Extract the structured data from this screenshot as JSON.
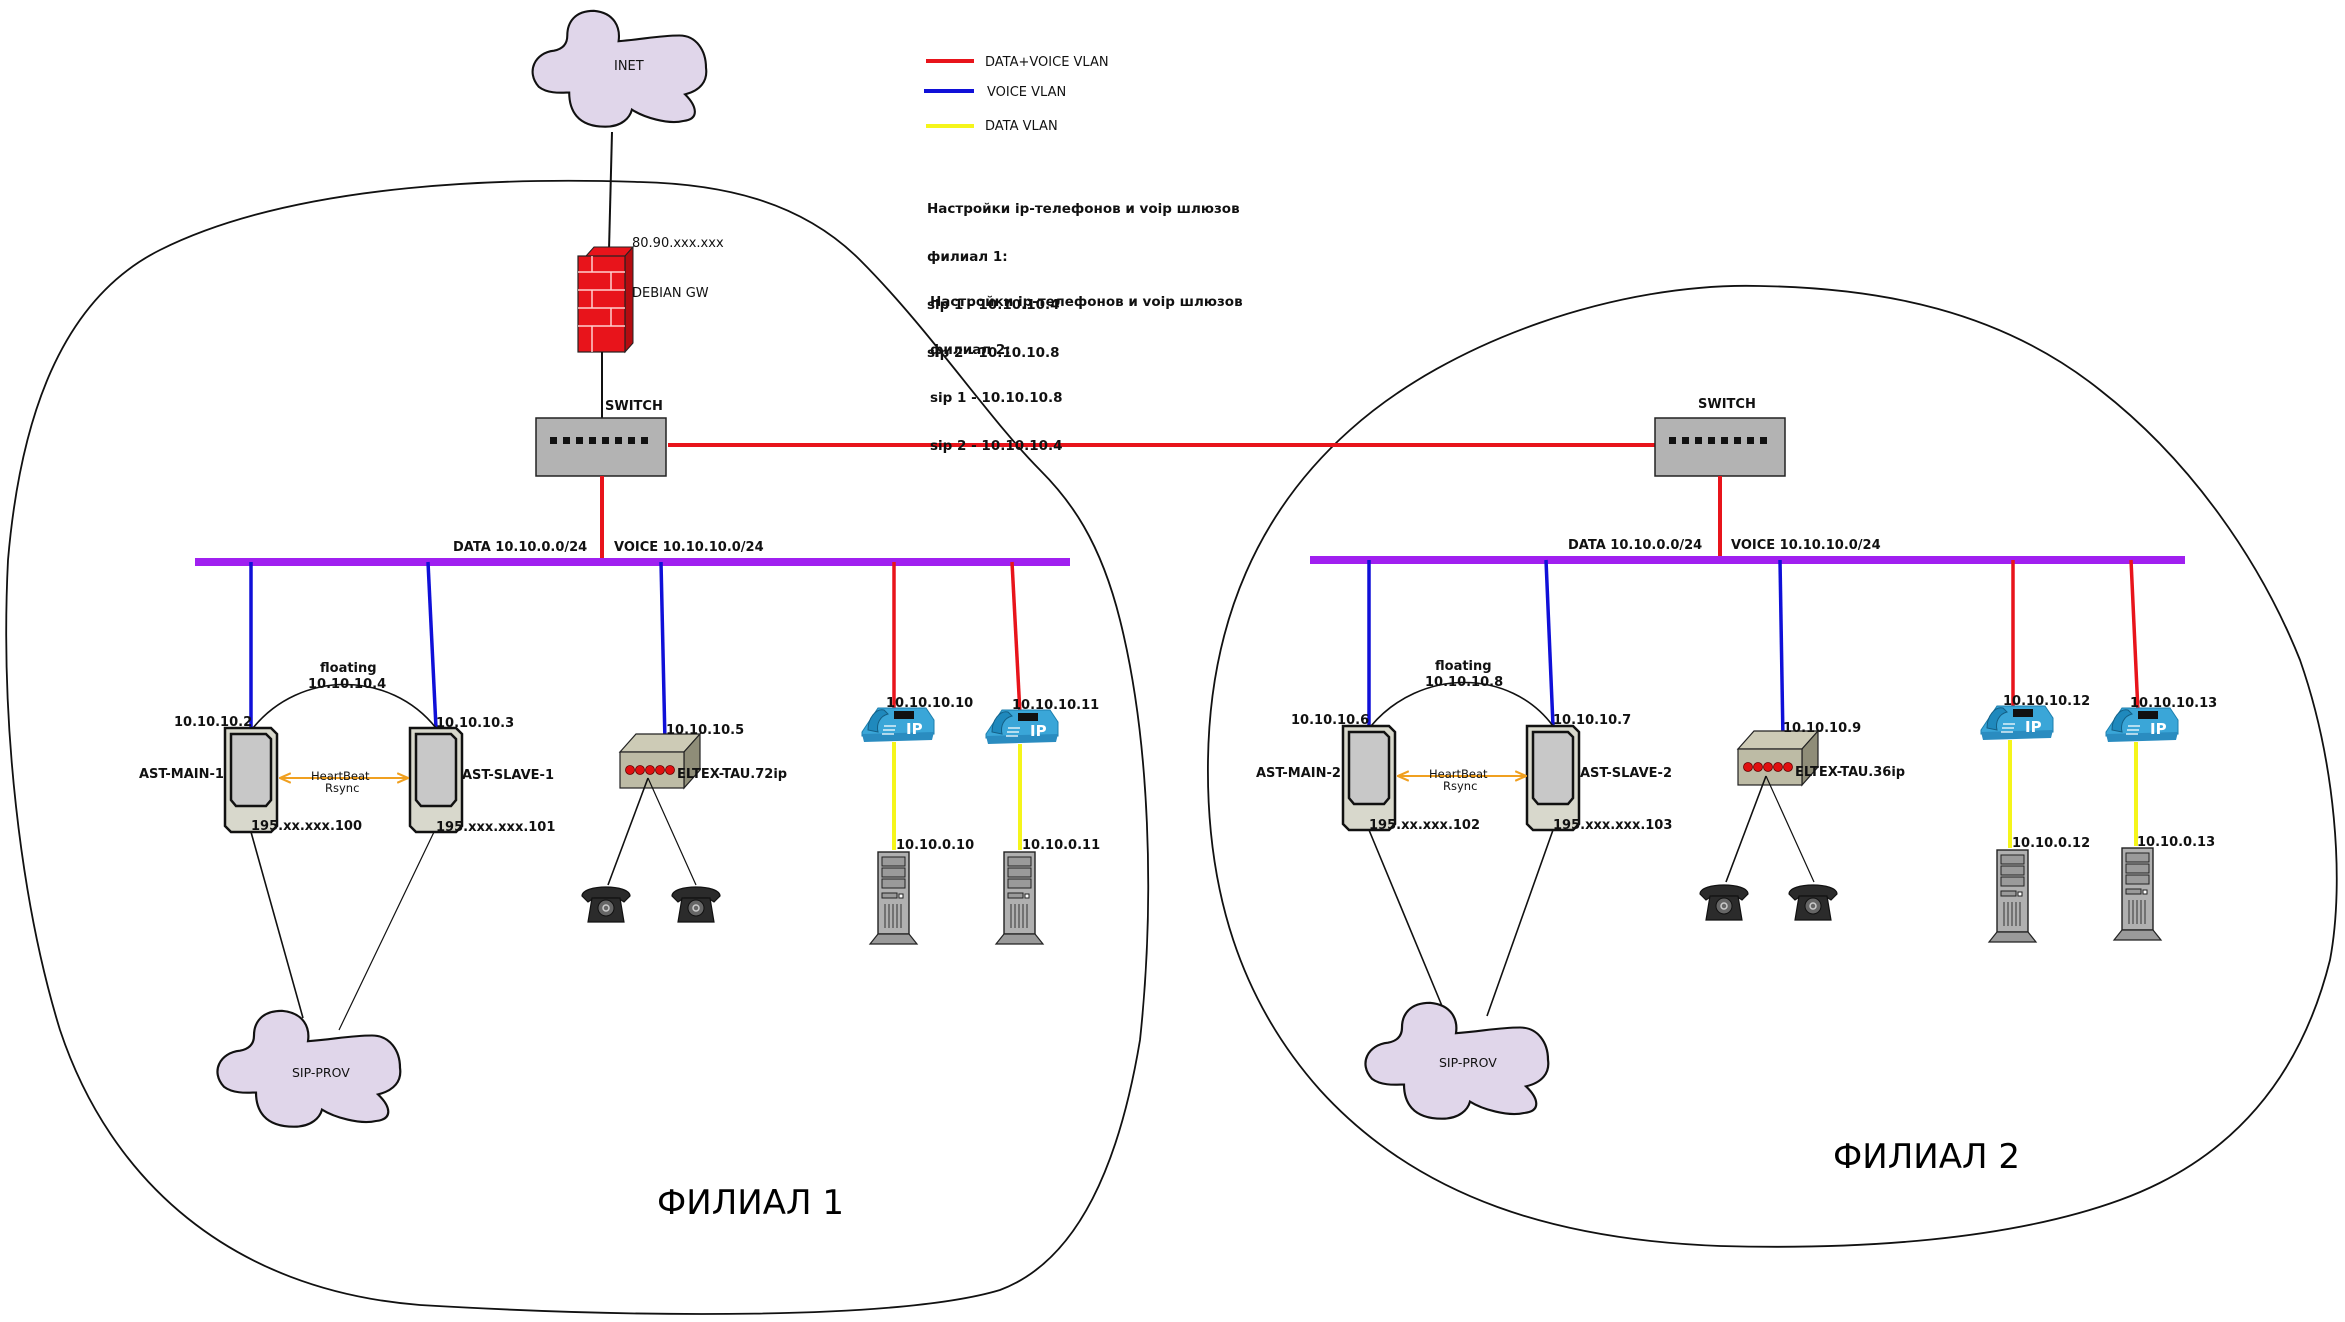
{
  "legend": [
    {
      "label": "DATA+VOICE VLAN",
      "color": "#e8141b"
    },
    {
      "label": "VOICE VLAN",
      "color": "#1010d8"
    },
    {
      "label": "DATA VLAN",
      "color": "#f5f51a"
    }
  ],
  "notes": [
    {
      "title": "Настройки ip-телефонов и voip шлюзов",
      "branch": "филиал 1:",
      "sip1": "sip 1 - 10.10.10.4",
      "sip2": "sip 2 - 10.10.10.8"
    },
    {
      "title": "Настройки ip-телефонов и voip шлюзов",
      "branch": "филиал 2:",
      "sip1": "sip 1 - 10.10.10.8",
      "sip2": "sip 2 - 10.10.10.4"
    }
  ],
  "colors": {
    "data_voice": "#e8141b",
    "voice": "#1010d8",
    "data": "#f5f51a",
    "bus": "#a020f0",
    "heartbeat": "#f0a020",
    "cloud_fill": "#e0d6ea",
    "switch_fill": "#b3b3b3",
    "firewall": "#e8141b",
    "ip_phone": "#3aa6d8"
  },
  "inet": {
    "label": "INET"
  },
  "gateway": {
    "ip": "80.90.xxx.xxx",
    "label": "DEBIAN GW"
  },
  "branches": [
    {
      "title": "ФИЛИАЛ 1",
      "switch_label": "SWITCH",
      "data_subnet": "DATA 10.10.0.0/24",
      "voice_subnet": "VOICE 10.10.10.0/24",
      "floating_label": "floating",
      "floating_ip": "10.10.10.4",
      "heartbeat_label": "HeartBeat",
      "rsync_label": "Rsync",
      "main": {
        "name": "AST-MAIN-1",
        "ip": "10.10.10.2",
        "ext_ip": "195.xx.xxx.100"
      },
      "slave": {
        "name": "AST-SLAVE-1",
        "ip": "10.10.10.3",
        "ext_ip": "195.xxx.xxx.101"
      },
      "gateway": {
        "name": "ELTEX-TAU.72ip",
        "ip": "10.10.10.5"
      },
      "sip_provider": "SIP-PROV",
      "ip_phones": [
        {
          "ip": "10.10.10.10",
          "pc_ip": "10.10.0.10"
        },
        {
          "ip": "10.10.10.11",
          "pc_ip": "10.10.0.11"
        }
      ]
    },
    {
      "title": "ФИЛИАЛ 2",
      "switch_label": "SWITCH",
      "data_subnet": "DATA 10.10.0.0/24",
      "voice_subnet": "VOICE 10.10.10.0/24",
      "floating_label": "floating",
      "floating_ip": "10.10.10.8",
      "heartbeat_label": "HeartBeat",
      "rsync_label": "Rsync",
      "main": {
        "name": "AST-MAIN-2",
        "ip": "10.10.10.6",
        "ext_ip": "195.xx.xxx.102"
      },
      "slave": {
        "name": "AST-SLAVE-2",
        "ip": "10.10.10.7",
        "ext_ip": "195.xxx.xxx.103"
      },
      "gateway": {
        "name": "ELTEX-TAU.36ip",
        "ip": "10.10.10.9"
      },
      "sip_provider": "SIP-PROV",
      "ip_phones": [
        {
          "ip": "10.10.10.12",
          "pc_ip": "10.10.0.12"
        },
        {
          "ip": "10.10.10.13",
          "pc_ip": "10.10.0.13"
        }
      ]
    }
  ]
}
